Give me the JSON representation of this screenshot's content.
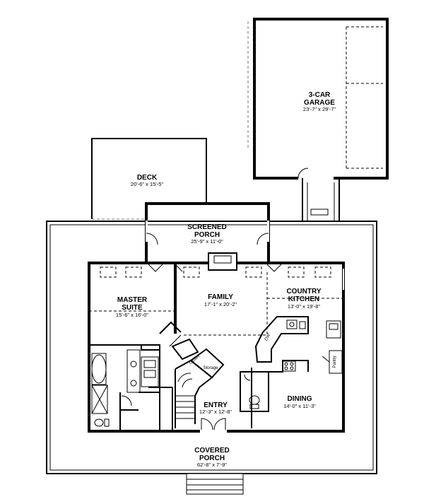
{
  "rooms": {
    "garage": {
      "name_line1": "3-CAR",
      "name_line2": "GARAGE",
      "dims": "23'-7\" x 29'-7\""
    },
    "deck": {
      "name": "DECK",
      "dims": "20'-6\" x 15'-5\""
    },
    "screened_porch": {
      "name_line1": "SCREENED",
      "name_line2": "PORCH",
      "dims": "25'-9\" x 11'-0\""
    },
    "master_suite": {
      "name_line1": "MASTER",
      "name_line2": "SUITE",
      "dims": "15'-6\" x 16'-0\""
    },
    "family": {
      "name": "FAMILY",
      "dims": "17'-1\" x 20'-2\""
    },
    "country_kitchen": {
      "name_line1": "COUNTRY",
      "name_line2": "KITCHEN",
      "dims": "13'-0\" x 19'-8\""
    },
    "entry": {
      "name": "ENTRY",
      "dims": "12'-3\" x 12'-8\""
    },
    "dining": {
      "name": "DINING",
      "dims": "14'-0\" x 11'-3\""
    },
    "covered_porch": {
      "name_line1": "COVERED",
      "name_line2": "PORCH",
      "dims": "62'-8\" x 7'-9\""
    }
  },
  "labels": {
    "storage": "Storage",
    "closet": "Closet",
    "dw": "DW",
    "pantry": "Pantry"
  }
}
